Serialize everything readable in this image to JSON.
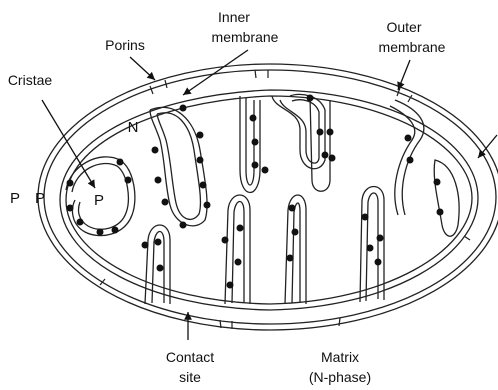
{
  "labels": {
    "inner_membrane_line1": "Inner",
    "inner_membrane_line2": "membrane",
    "outer_membrane_line1": "Outer",
    "outer_membrane_line2": "membrane",
    "porins": "Porins",
    "cristae": "Cristae",
    "contact_site_line1": "Contact",
    "contact_site_line2": "site",
    "matrix_line1": "Matrix",
    "matrix_line2": "(N-phase)"
  },
  "phase_labels": {
    "n": "N",
    "p_outer": "P",
    "p_intermembrane": "P",
    "p_crista": "P"
  }
}
